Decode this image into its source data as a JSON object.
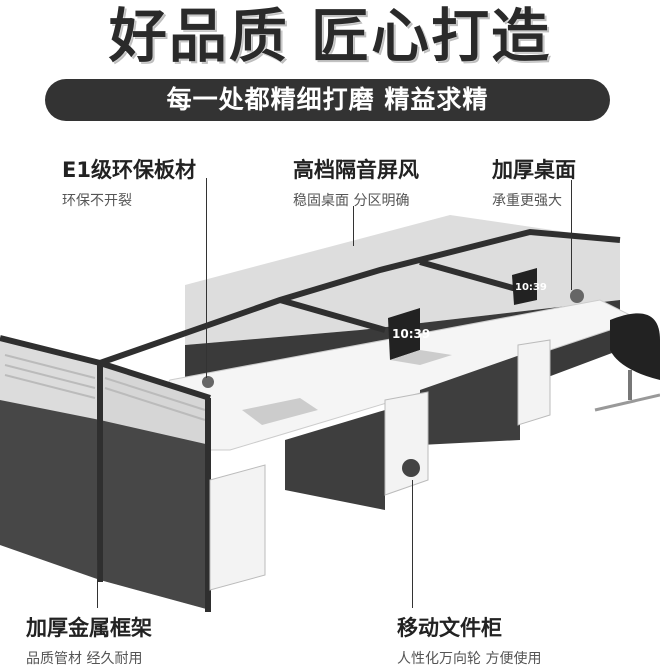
{
  "header": {
    "title": "好品质 匠心打造",
    "banner": "每一处都精细打磨 精益求精"
  },
  "features": [
    {
      "title": "E1级环保板材",
      "subtitle": "环保不开裂"
    },
    {
      "title": "高档隔音屏风",
      "subtitle": "稳固桌面 分区明确"
    },
    {
      "title": "加厚桌面",
      "subtitle": "承重更强大"
    },
    {
      "title": "加厚金属框架",
      "subtitle": "品质管材 经久耐用"
    },
    {
      "title": "移动文件柜",
      "subtitle": "人性化万向轮 方便使用"
    }
  ],
  "laptop_screen": "10:39",
  "colors": {
    "frame": "#2f2f2f",
    "panel": "#4a4a4a",
    "desk": "#f4f4f4",
    "banner": "#333333"
  }
}
